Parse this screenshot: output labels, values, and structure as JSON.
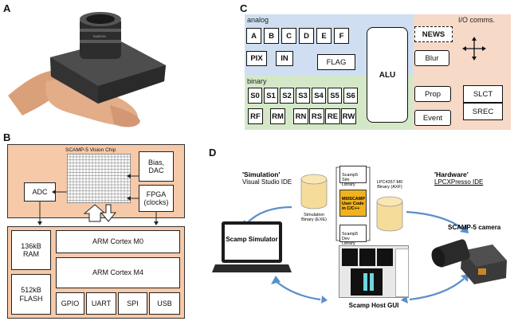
{
  "panels": {
    "a": "A",
    "b": "B",
    "c": "C",
    "d": "D"
  },
  "b": {
    "chip_title": "SCAMP-5 Vision Chip",
    "bias": "Bias,\nDAC",
    "adc": "ADC",
    "fpga": "FPGA\n(clocks)",
    "ram": "136kB\nRAM",
    "flash": "512kB\nFLASH",
    "m0": "ARM Cortex M0",
    "m4": "ARM Cortex M4",
    "gpio": "GPIO",
    "uart": "UART",
    "spi": "SPI",
    "usb": "USB"
  },
  "c": {
    "analog_label": "analog",
    "binary_label": "binary",
    "io_label": "I/O comms.",
    "analog_regs": [
      "A",
      "B",
      "C",
      "D",
      "E",
      "F"
    ],
    "pix": "PIX",
    "in": "IN",
    "flag": "FLAG",
    "alu": "ALU",
    "news": "NEWS",
    "blur": "Blur",
    "binary_regs": [
      "S0",
      "S1",
      "S2",
      "S3",
      "S4",
      "S5",
      "S6"
    ],
    "binary_regs2": [
      "RF",
      "RM",
      "RN",
      "RS",
      "RE",
      "RW"
    ],
    "prop": "Prop",
    "event": "Event",
    "slct": "SLCT",
    "srec": "SREC"
  },
  "d": {
    "simulation_title": "'Simulation'",
    "simulation_ide": "Visual Studio IDE",
    "hardware_title": "'Hardware'",
    "hardware_ide": "LPCXPresso IDE",
    "sim_binary": "Simulation\nBinary (EXE)",
    "lpc_binary": "LPC4357-M0\nBinary (AXF)",
    "sim_lib": "Scamp5 Sim\nLibrary",
    "user_code": "M0/SCAMP\nUser Code\nin C/C++",
    "dev_lib": "Scamp5 Dev\nLibrary",
    "simulator": "Scamp Simulator",
    "camera": "SCAMP-5 camera",
    "gui": "Scamp Host GUI"
  },
  "colors": {
    "block_fill": "#f6c9a8",
    "analog_fill": "#cfdff1",
    "binary_fill": "#d4e8c8",
    "io_fill": "#f7d9c8",
    "highlight": "#f2b21d",
    "arrow_blue": "#5b8fc9",
    "cylinder": "#f6dc9a"
  }
}
